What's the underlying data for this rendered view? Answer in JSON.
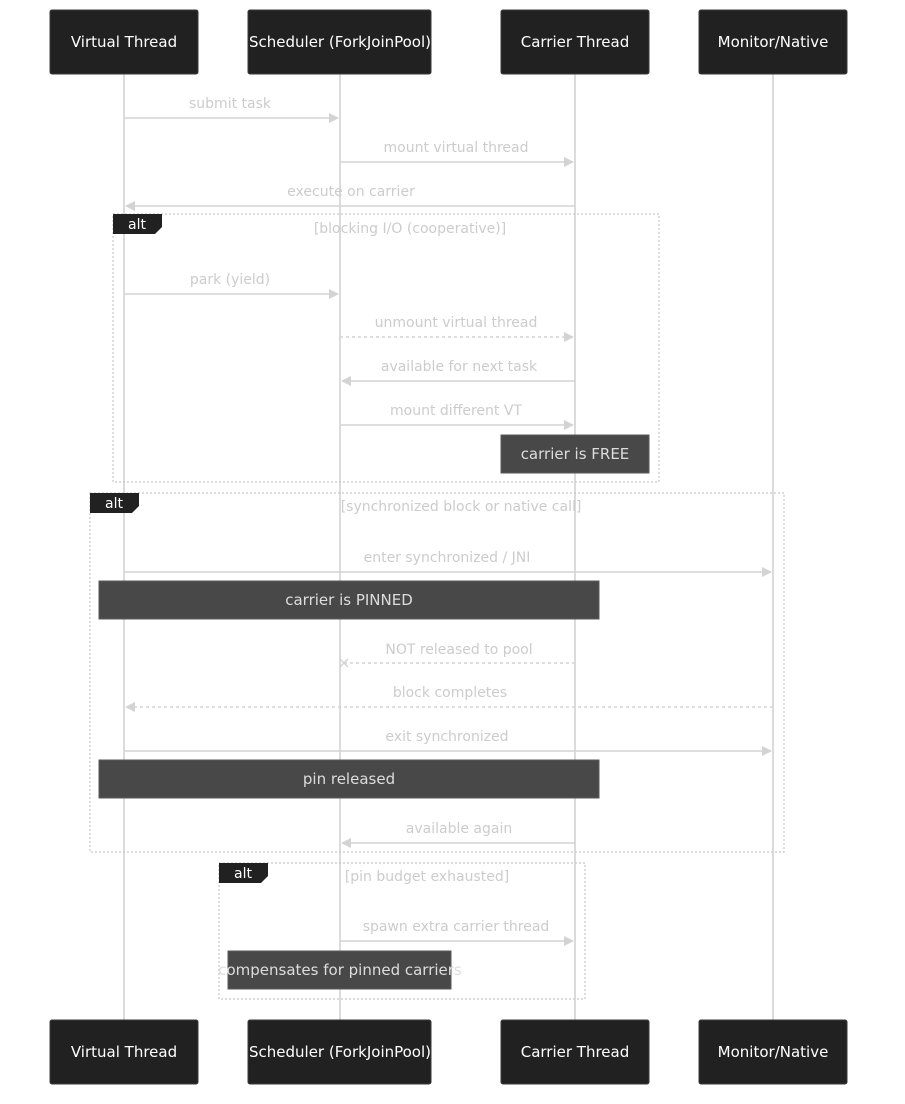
{
  "actors": [
    {
      "id": "vt",
      "label": "Virtual Thread"
    },
    {
      "id": "sched",
      "label": "Scheduler (ForkJoinPool)"
    },
    {
      "id": "carrier",
      "label": "Carrier Thread"
    },
    {
      "id": "monitor",
      "label": "Monitor/Native"
    }
  ],
  "messages": [
    {
      "from": "vt",
      "to": "sched",
      "label": "submit task",
      "style": "solid",
      "head": "arrow"
    },
    {
      "from": "sched",
      "to": "carrier",
      "label": "mount virtual thread",
      "style": "solid",
      "head": "arrow"
    },
    {
      "from": "carrier",
      "to": "vt",
      "label": "execute on carrier",
      "style": "solid",
      "head": "arrow"
    },
    {
      "from": "vt",
      "to": "sched",
      "label": "park (yield)",
      "style": "solid",
      "head": "arrow"
    },
    {
      "from": "sched",
      "to": "carrier",
      "label": "unmount virtual thread",
      "style": "dashed",
      "head": "arrow"
    },
    {
      "from": "carrier",
      "to": "sched",
      "label": "available for next task",
      "style": "solid",
      "head": "arrow"
    },
    {
      "from": "sched",
      "to": "carrier",
      "label": "mount different VT",
      "style": "solid",
      "head": "arrow"
    },
    {
      "from": "vt",
      "to": "monitor",
      "label": "enter synchronized / JNI",
      "style": "solid",
      "head": "arrow"
    },
    {
      "from": "carrier",
      "to": "sched",
      "label": "NOT released to pool",
      "style": "dashed",
      "head": "cross"
    },
    {
      "from": "monitor",
      "to": "vt",
      "label": "block completes",
      "style": "dashed",
      "head": "arrow"
    },
    {
      "from": "vt",
      "to": "monitor",
      "label": "exit synchronized",
      "style": "solid",
      "head": "arrow"
    },
    {
      "from": "carrier",
      "to": "sched",
      "label": "available again",
      "style": "solid",
      "head": "arrow"
    },
    {
      "from": "sched",
      "to": "carrier",
      "label": "spawn extra carrier thread",
      "style": "solid",
      "head": "arrow"
    }
  ],
  "frames": [
    {
      "kind": "alt",
      "condition": "[blocking I/O (cooperative)]"
    },
    {
      "kind": "alt",
      "condition": "[synchronized block or native call]"
    },
    {
      "kind": "alt",
      "condition": "[pin budget exhausted]"
    }
  ],
  "notes": [
    {
      "text": "carrier is FREE"
    },
    {
      "text": "carrier is PINNED"
    },
    {
      "text": "pin released"
    },
    {
      "text": "compensates for pinned carriers"
    }
  ]
}
